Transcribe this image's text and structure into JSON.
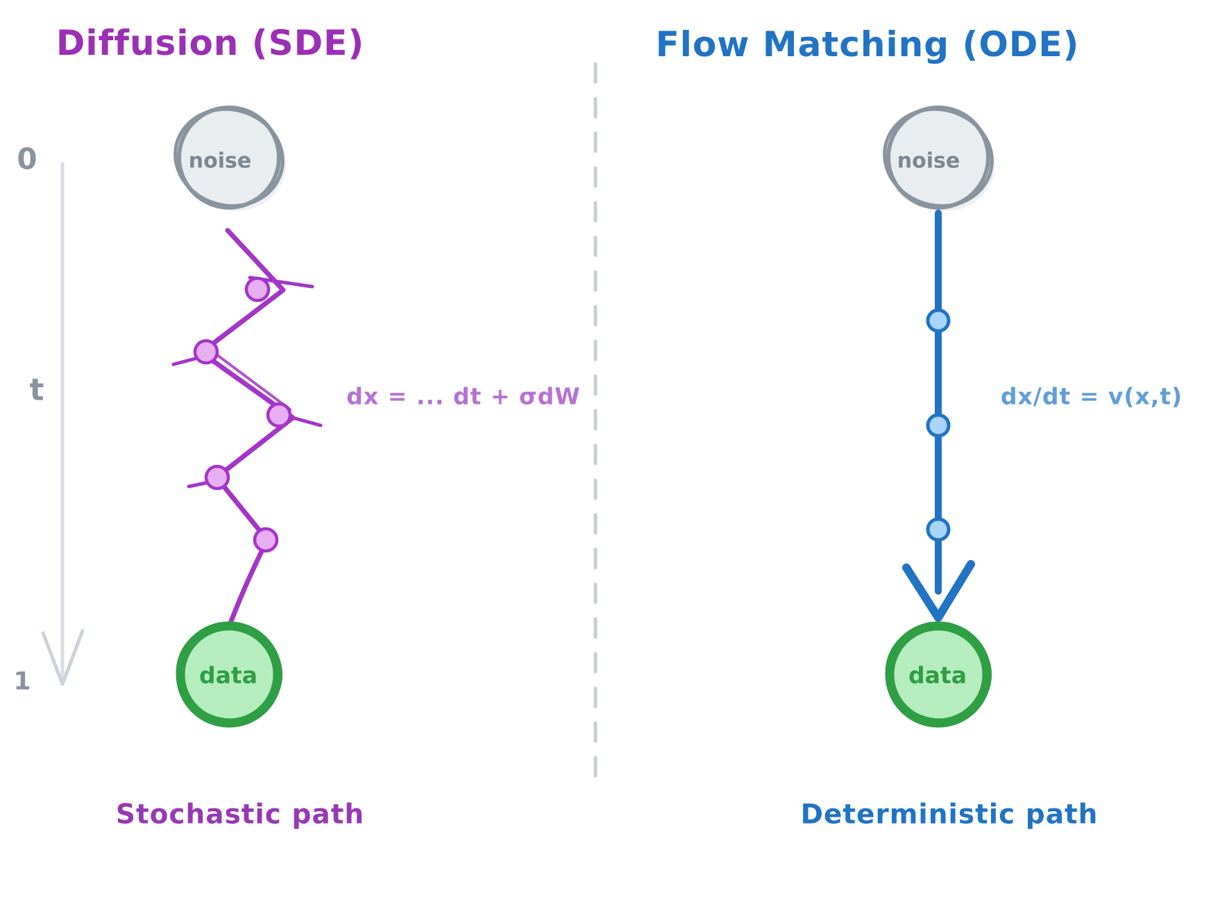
{
  "diagram": {
    "left_panel": {
      "title": "Diffusion (SDE)",
      "noise_label": "noise",
      "data_label": "data",
      "equation": "dx = ... dt + σdW",
      "caption": "Stochastic path",
      "path_type": "stochastic-zigzag",
      "num_intermediate_points": 5,
      "colors": {
        "title": "#9b2fb5",
        "path": "#a335c8",
        "dot_fill": "#e7aef3",
        "equation": "#b671d6",
        "caption": "#9639b3"
      }
    },
    "right_panel": {
      "title": "Flow Matching (ODE)",
      "noise_label": "noise",
      "data_label": "data",
      "equation": "dx/dt = v(x,t)",
      "caption": "Deterministic path",
      "path_type": "deterministic-straight",
      "num_intermediate_points": 3,
      "colors": {
        "title": "#2173c4",
        "path": "#2173c4",
        "dot_fill": "#a9d6f8",
        "equation": "#5f9ed8",
        "caption": "#2173c4"
      }
    },
    "time_axis": {
      "start_label": "0",
      "mid_label": "t",
      "end_label": "1",
      "label_color": "#8a939e",
      "line_color": "#d9dee5"
    },
    "nodes": {
      "noise": {
        "fill": "#e9edf0",
        "stroke": "#8a949e",
        "text_color": "#7d8791"
      },
      "data": {
        "fill": "#b5edbf",
        "stroke": "#2f9e44",
        "text_color": "#2f9e44"
      }
    },
    "divider_color": "#c9ced6"
  }
}
